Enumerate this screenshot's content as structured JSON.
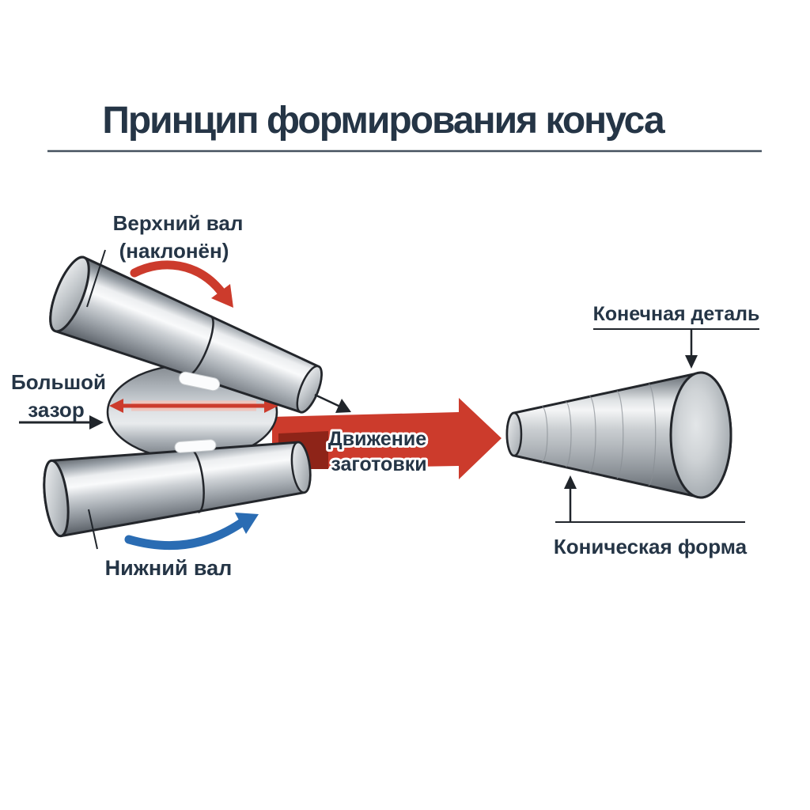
{
  "title": "Принцип формирования конуса",
  "colors": {
    "text": "#253546",
    "red": "#cc3b2c",
    "red_dark": "#8e2418",
    "red_pale": "#f2c3ba",
    "blue": "#2a6cb3",
    "dark": "#20252b",
    "rule": "#46525f"
  },
  "labels": {
    "upper_roller_line1": "Верхний вал",
    "upper_roller_line2": "(наклонён)",
    "gap_line1": "Большой",
    "gap_line2": "зазор",
    "movement_line1": "Движение",
    "movement_line2": "заготовки",
    "lower_roller": "Нижний вал",
    "final_part": "Конечная деталь",
    "conical_shape": "Коническая форма"
  }
}
